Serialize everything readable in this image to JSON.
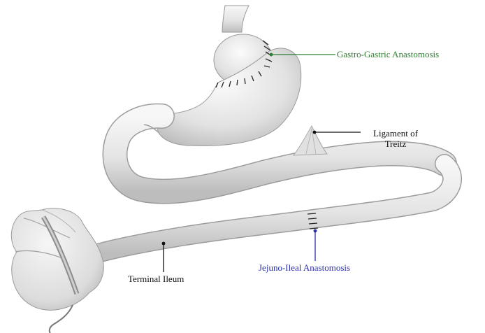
{
  "labels": {
    "gastro_gastric": "Gastro-Gastric Anastomosis",
    "ligament_line1": "Ligament of",
    "ligament_line2": "Treitz",
    "jejuno_ileal": "Jejuno-Ileal Anastomosis",
    "terminal_ileum": "Terminal Ileum"
  },
  "colors": {
    "gastro_gastric": "#2e7d32",
    "ligament": "#111111",
    "jejuno_ileal": "#2b2fa8",
    "terminal_ileum": "#111111",
    "organ_fill": "#e9e9e9",
    "organ_stroke": "#8a8a8a"
  }
}
